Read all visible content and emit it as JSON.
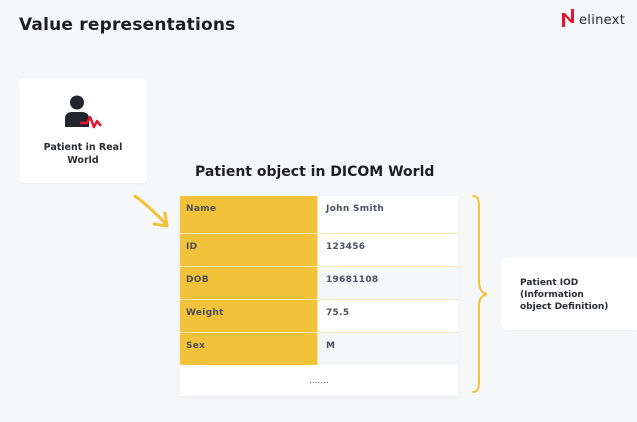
{
  "header": {
    "title": "Value representations",
    "logo_text": "elinext"
  },
  "colors": {
    "accent_yellow": "#f2c23a",
    "brand_red": "#e8132d",
    "background": "#f6f7f9",
    "text_dark": "#1d1d22"
  },
  "patient_card": {
    "icon": "person-heartbeat-icon",
    "label_line1": "Patient in Real",
    "label_line2": "World"
  },
  "arrow": {
    "icon": "arrow-down-right-icon"
  },
  "dicom": {
    "title": "Patient object in DICOM World",
    "rows": [
      {
        "key": "Name",
        "value": "John Smith"
      },
      {
        "key": "ID",
        "value": "123456"
      },
      {
        "key": "DOB",
        "value": "19681108"
      },
      {
        "key": "Weight",
        "value": "75.5"
      },
      {
        "key": "Sex",
        "value": "M"
      }
    ],
    "more": "......."
  },
  "brace": {
    "icon": "curly-brace-icon"
  },
  "iod_card": {
    "line1": "Patient IOD",
    "line2": "(Information",
    "line3": "object Definition)"
  }
}
